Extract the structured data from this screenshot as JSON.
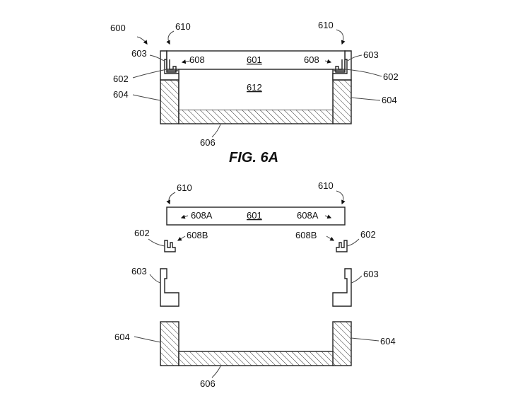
{
  "labels": {
    "n600": "600",
    "n610": "610",
    "n601": "601",
    "n602": "602",
    "n603": "603",
    "n604": "604",
    "n606": "606",
    "n608": "608",
    "n608a": "608A",
    "n608b": "608B",
    "n612": "612"
  },
  "caption_top": "FIG. 6A"
}
